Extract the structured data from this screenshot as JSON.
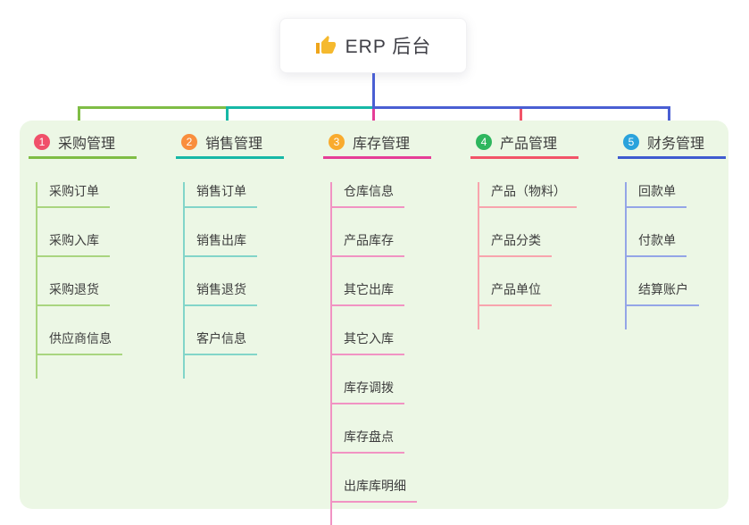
{
  "root": {
    "label": "ERP 后台",
    "icon": "thumbs-up-icon"
  },
  "branches": [
    {
      "index": "1",
      "label": "采购管理",
      "badge_color": "#f0506a",
      "line_color": "#7fbd45",
      "child_line_color": "#a9d57f",
      "children": [
        "采购订单",
        "采购入库",
        "采购退货",
        "供应商信息"
      ]
    },
    {
      "index": "2",
      "label": "销售管理",
      "badge_color": "#f98e3d",
      "line_color": "#16b8a6",
      "child_line_color": "#82d5c9",
      "children": [
        "销售订单",
        "销售出库",
        "销售退货",
        "客户信息"
      ]
    },
    {
      "index": "3",
      "label": "库存管理",
      "badge_color": "#f9ab2e",
      "line_color": "#e53d97",
      "child_line_color": "#f193c3",
      "children": [
        "仓库信息",
        "产品库存",
        "其它出库",
        "其它入库",
        "库存调拨",
        "库存盘点",
        "出库库明细"
      ]
    },
    {
      "index": "4",
      "label": "产品管理",
      "badge_color": "#2eb65e",
      "line_color": "#f25468",
      "child_line_color": "#f8a4ad",
      "children": [
        "产品（物料）",
        "产品分类",
        "产品单位"
      ]
    },
    {
      "index": "5",
      "label": "财务管理",
      "badge_color": "#2aa2dc",
      "line_color": "#3f5bd0",
      "child_line_color": "#94a5e7",
      "children": [
        "回款单",
        "付款单",
        "结算账户"
      ]
    }
  ],
  "colors": {
    "page_bg": "#ffffff",
    "panel_bg": "#ecf7e5",
    "trunk_blue": "#4a5fd3",
    "thumb_yellow": "#f5b92e",
    "text": "#3d3d3d"
  }
}
